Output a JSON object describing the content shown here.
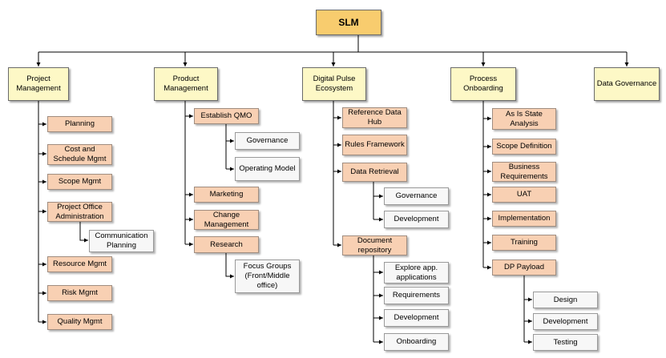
{
  "title": "SLM",
  "colors": {
    "root": "#f8cc6e",
    "top": "#fdf8c6",
    "sub": "#f8d0b3",
    "leaf": "#f7f7f7",
    "line": "#000000"
  },
  "branches": {
    "project_management": {
      "label": "Project Management",
      "children": {
        "planning": "Planning",
        "cost_schedule": "Cost and Schedule Mgmt",
        "scope": "Scope Mgmt",
        "project_office": "Project Office Administration",
        "communication_planning": "Communication Planning",
        "resource": "Resource Mgmt",
        "risk": "Risk Mgmt",
        "quality": "Quality Mgmt"
      }
    },
    "product_management": {
      "label": "Product Management",
      "children": {
        "establish_qmo": "Establish QMO",
        "governance": "Governance",
        "operating_model": "Operating Model",
        "marketing": "Marketing",
        "change_management": "Change Management",
        "research": "Research",
        "focus_groups": "Focus Groups (Front/Middle office)"
      }
    },
    "digital_pulse": {
      "label": "Digital Pulse Ecosystem",
      "children": {
        "reference_data_hub": "Reference Data Hub",
        "rules_framework": "Rules Framework",
        "data_retrieval": "Data Retrieval",
        "dr_governance": "Governance",
        "dr_development": "Development",
        "document_repository": "Document repository",
        "explore_app": "Explore app. applications",
        "requirements": "Requirements",
        "doc_development": "Development",
        "onboarding": "Onboarding"
      }
    },
    "process_onboarding": {
      "label": "Process Onboarding",
      "children": {
        "as_is": "As Is State Analysis",
        "scope_definition": "Scope Definition",
        "business_requirements": "Business Requirements",
        "uat": "UAT",
        "implementation": "Implementation",
        "training": "Training",
        "dp_payload": "DP Payload",
        "design": "Design",
        "development": "Development",
        "testing": "Testing"
      }
    },
    "data_governance": {
      "label": "Data Governance"
    }
  }
}
